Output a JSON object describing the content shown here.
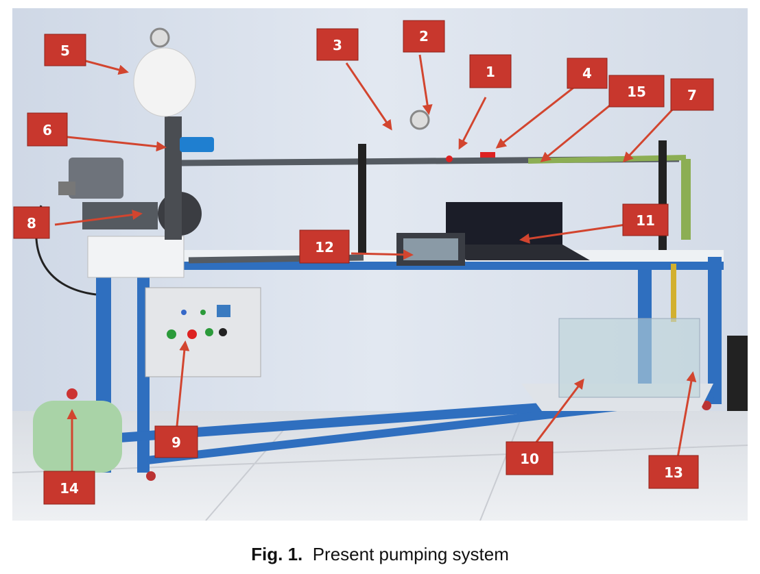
{
  "figure": {
    "caption_label": "Fig. 1.",
    "caption_text": "Present pumping system",
    "label_color": "#c8372d",
    "labels": [
      "1",
      "2",
      "3",
      "4",
      "5",
      "6",
      "7",
      "8",
      "9",
      "10",
      "11",
      "12",
      "13",
      "14",
      "15"
    ]
  }
}
